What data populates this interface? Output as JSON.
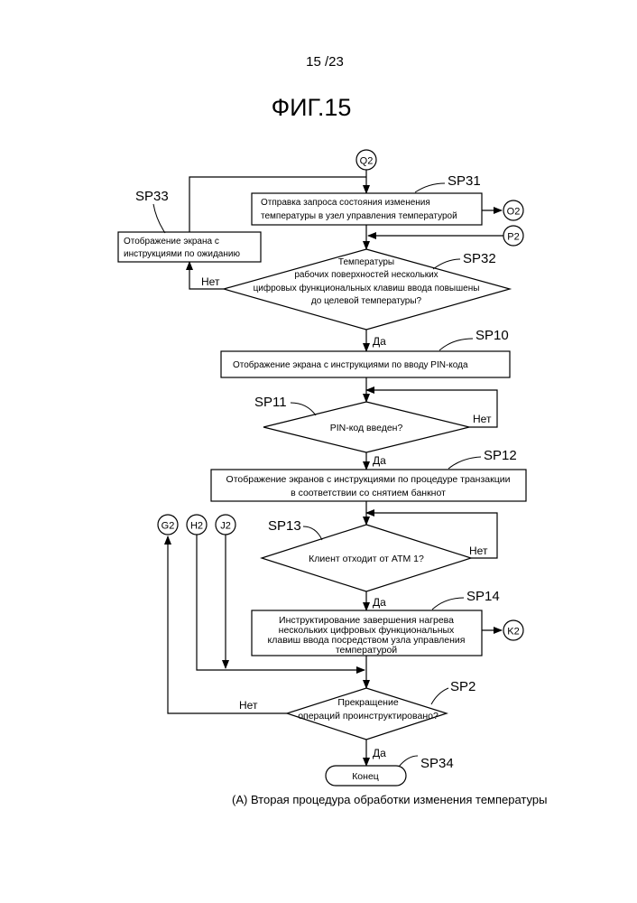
{
  "page": {
    "number": "15 /23",
    "figure_title": "ФИГ.15",
    "caption": "(A) Вторая процедура обработки изменения температуры"
  },
  "connectors": {
    "q2": "Q2",
    "o2": "O2",
    "p2": "P2",
    "g2": "G2",
    "h2": "H2",
    "j2": "J2",
    "k2": "K2"
  },
  "steps": {
    "sp31": {
      "label": "SP31",
      "lines": [
        "Отправка запроса состояния изменения",
        "температуры в узел управления температурой"
      ]
    },
    "sp33": {
      "label": "SP33",
      "lines": [
        "Отображение экрана с",
        "инструкциями по ожиданию"
      ]
    },
    "sp32": {
      "label": "SP32",
      "lines": [
        "Температуры",
        "рабочих поверхностей нескольких",
        "цифровых функциональных клавиш ввода повышены",
        "до целевой температуры?"
      ]
    },
    "sp10": {
      "label": "SP10",
      "lines": [
        "Отображение экрана с инструкциями по вводу PIN-кода"
      ]
    },
    "sp11": {
      "label": "SP11",
      "lines": [
        "PIN-код введен?"
      ]
    },
    "sp12": {
      "label": "SP12",
      "lines": [
        "Отображение экранов с инструкциями по процедуре транзакции",
        "в соответствии со снятием банкнот"
      ]
    },
    "sp13": {
      "label": "SP13",
      "lines": [
        "Клиент отходит от ATM 1?"
      ]
    },
    "sp14": {
      "label": "SP14",
      "lines": [
        "Инструктирование завершения нагрева",
        "нескольких цифровых функциональных",
        "клавиш ввода посредством узла управления",
        "температурой"
      ]
    },
    "sp2": {
      "label": "SP2",
      "lines": [
        "Прекращение",
        "операций проинструктировано?"
      ]
    },
    "sp34": {
      "label": "SP34",
      "lines": [
        "Конец"
      ]
    }
  },
  "branches": {
    "sp32_yes": "Да",
    "sp32_no": "Нет",
    "sp11_yes": "Да",
    "sp11_no": "Нет",
    "sp13_yes": "Да",
    "sp13_no": "Нет",
    "sp2_yes": "Да",
    "sp2_no": "Нет"
  }
}
